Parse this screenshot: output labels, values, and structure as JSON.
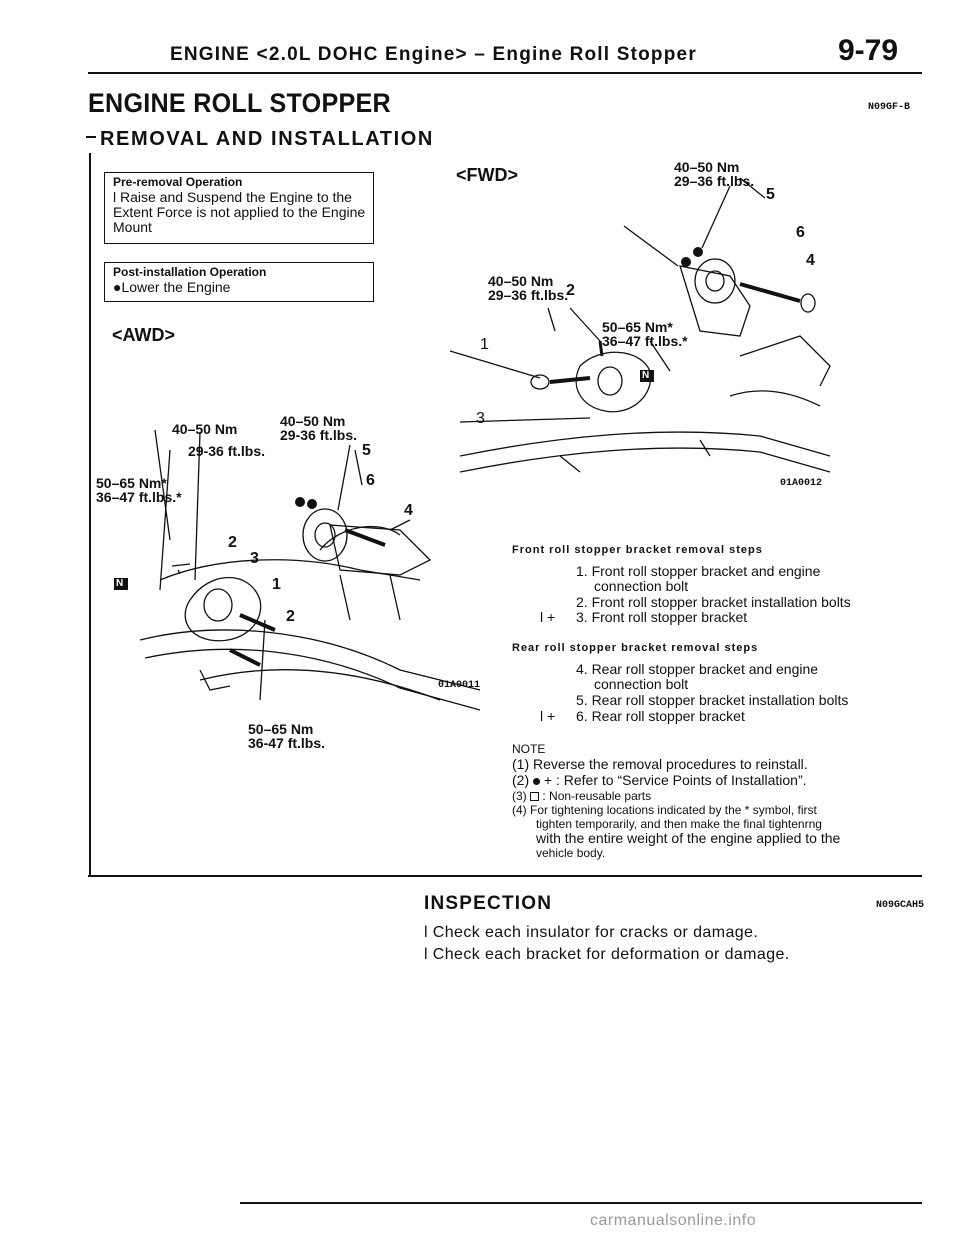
{
  "header": {
    "running_title": "ENGINE <2.0L DOHC Engine> – Engine Roll Stopper",
    "page_number": "9-79"
  },
  "section": {
    "title": "ENGINE ROLL STOPPER",
    "code": "N09GF-B",
    "subtitle": "REMOVAL AND INSTALLATION"
  },
  "pre_removal": {
    "heading": "Pre-removal Operation",
    "line1": "l  Raise and Suspend the Engine to the",
    "line2": "Extent Force is not applied to the Engine",
    "line3": "Mount"
  },
  "post_installation": {
    "heading": "Post-installation Operation",
    "line1": "●Lower the Engine"
  },
  "awd_diagram": {
    "label": "<AWD>",
    "torque_a_nm": "40–50 Nm",
    "torque_a_ft": "29-36 ft.lbs.",
    "torque_b_nm": "40–50 Nm",
    "torque_b_ft": "29-36 ft.lbs.",
    "torque_c_nm": "50–65 Nm*",
    "torque_c_ft": "36–47 ft.lbs.*",
    "torque_d_nm": "50–65 Nm",
    "torque_d_ft": "36-47 ft.lbs.",
    "callouts": [
      "5",
      "6",
      "4",
      "2",
      "3",
      "1",
      "2"
    ],
    "n_mark": "N",
    "fig_code": "01A0011"
  },
  "fwd_diagram": {
    "label": "<FWD>",
    "torque_a_nm": "40–50 Nm",
    "torque_a_ft": "29–36 ft.lbs.",
    "torque_b_nm": "40–50 Nm",
    "torque_b_ft": "29–36 ft.lbs.",
    "torque_c_nm": "50–65 Nm*",
    "torque_c_ft": "36–47 ft.lbs.*",
    "callouts": [
      "5",
      "6",
      "4",
      "2",
      "1",
      "3"
    ],
    "n_mark": "N",
    "fig_code": "01A0012"
  },
  "front_steps": {
    "heading": "Front roll stopper bracket removal steps",
    "step1a": "1. Front roll stopper bracket and engine",
    "step1b": "connection bolt",
    "step2": "2. Front roll stopper bracket installation bolts",
    "step3_mark": "l  +",
    "step3": "3. Front roll stopper bracket"
  },
  "rear_steps": {
    "heading": "Rear roll stopper bracket removal steps",
    "step4a": "4. Rear roll stopper bracket and engine",
    "step4b": "connection  bolt",
    "step5": "5. Rear roll stopper bracket installation bolts",
    "step6_mark": "l  +",
    "step6": "6. Rear roll stopper bracket"
  },
  "notes": {
    "heading": "NOTE",
    "n1": "(1) Reverse the removal procedures to reinstall.",
    "n2_prefix": "(2)",
    "n2_text": "+ : Refer to “Service Points of Installation”.",
    "n3_prefix": "(3)",
    "n3_text": ": Non-reusable parts",
    "n4a": "(4)   For tightening locations indicated by the * symbol, first",
    "n4b": "tighten temporarily, and then make the final tightenrng",
    "n4c": "with the entire weight of the engine applied to the",
    "n4d": "vehicle body."
  },
  "inspection": {
    "title": "INSPECTION",
    "code": "N09GCAH5",
    "item1": "l  Check each insulator for cracks or damage.",
    "item2": "l  Check each bracket for deformation or damage."
  },
  "watermark": "carmanualsonline.info"
}
